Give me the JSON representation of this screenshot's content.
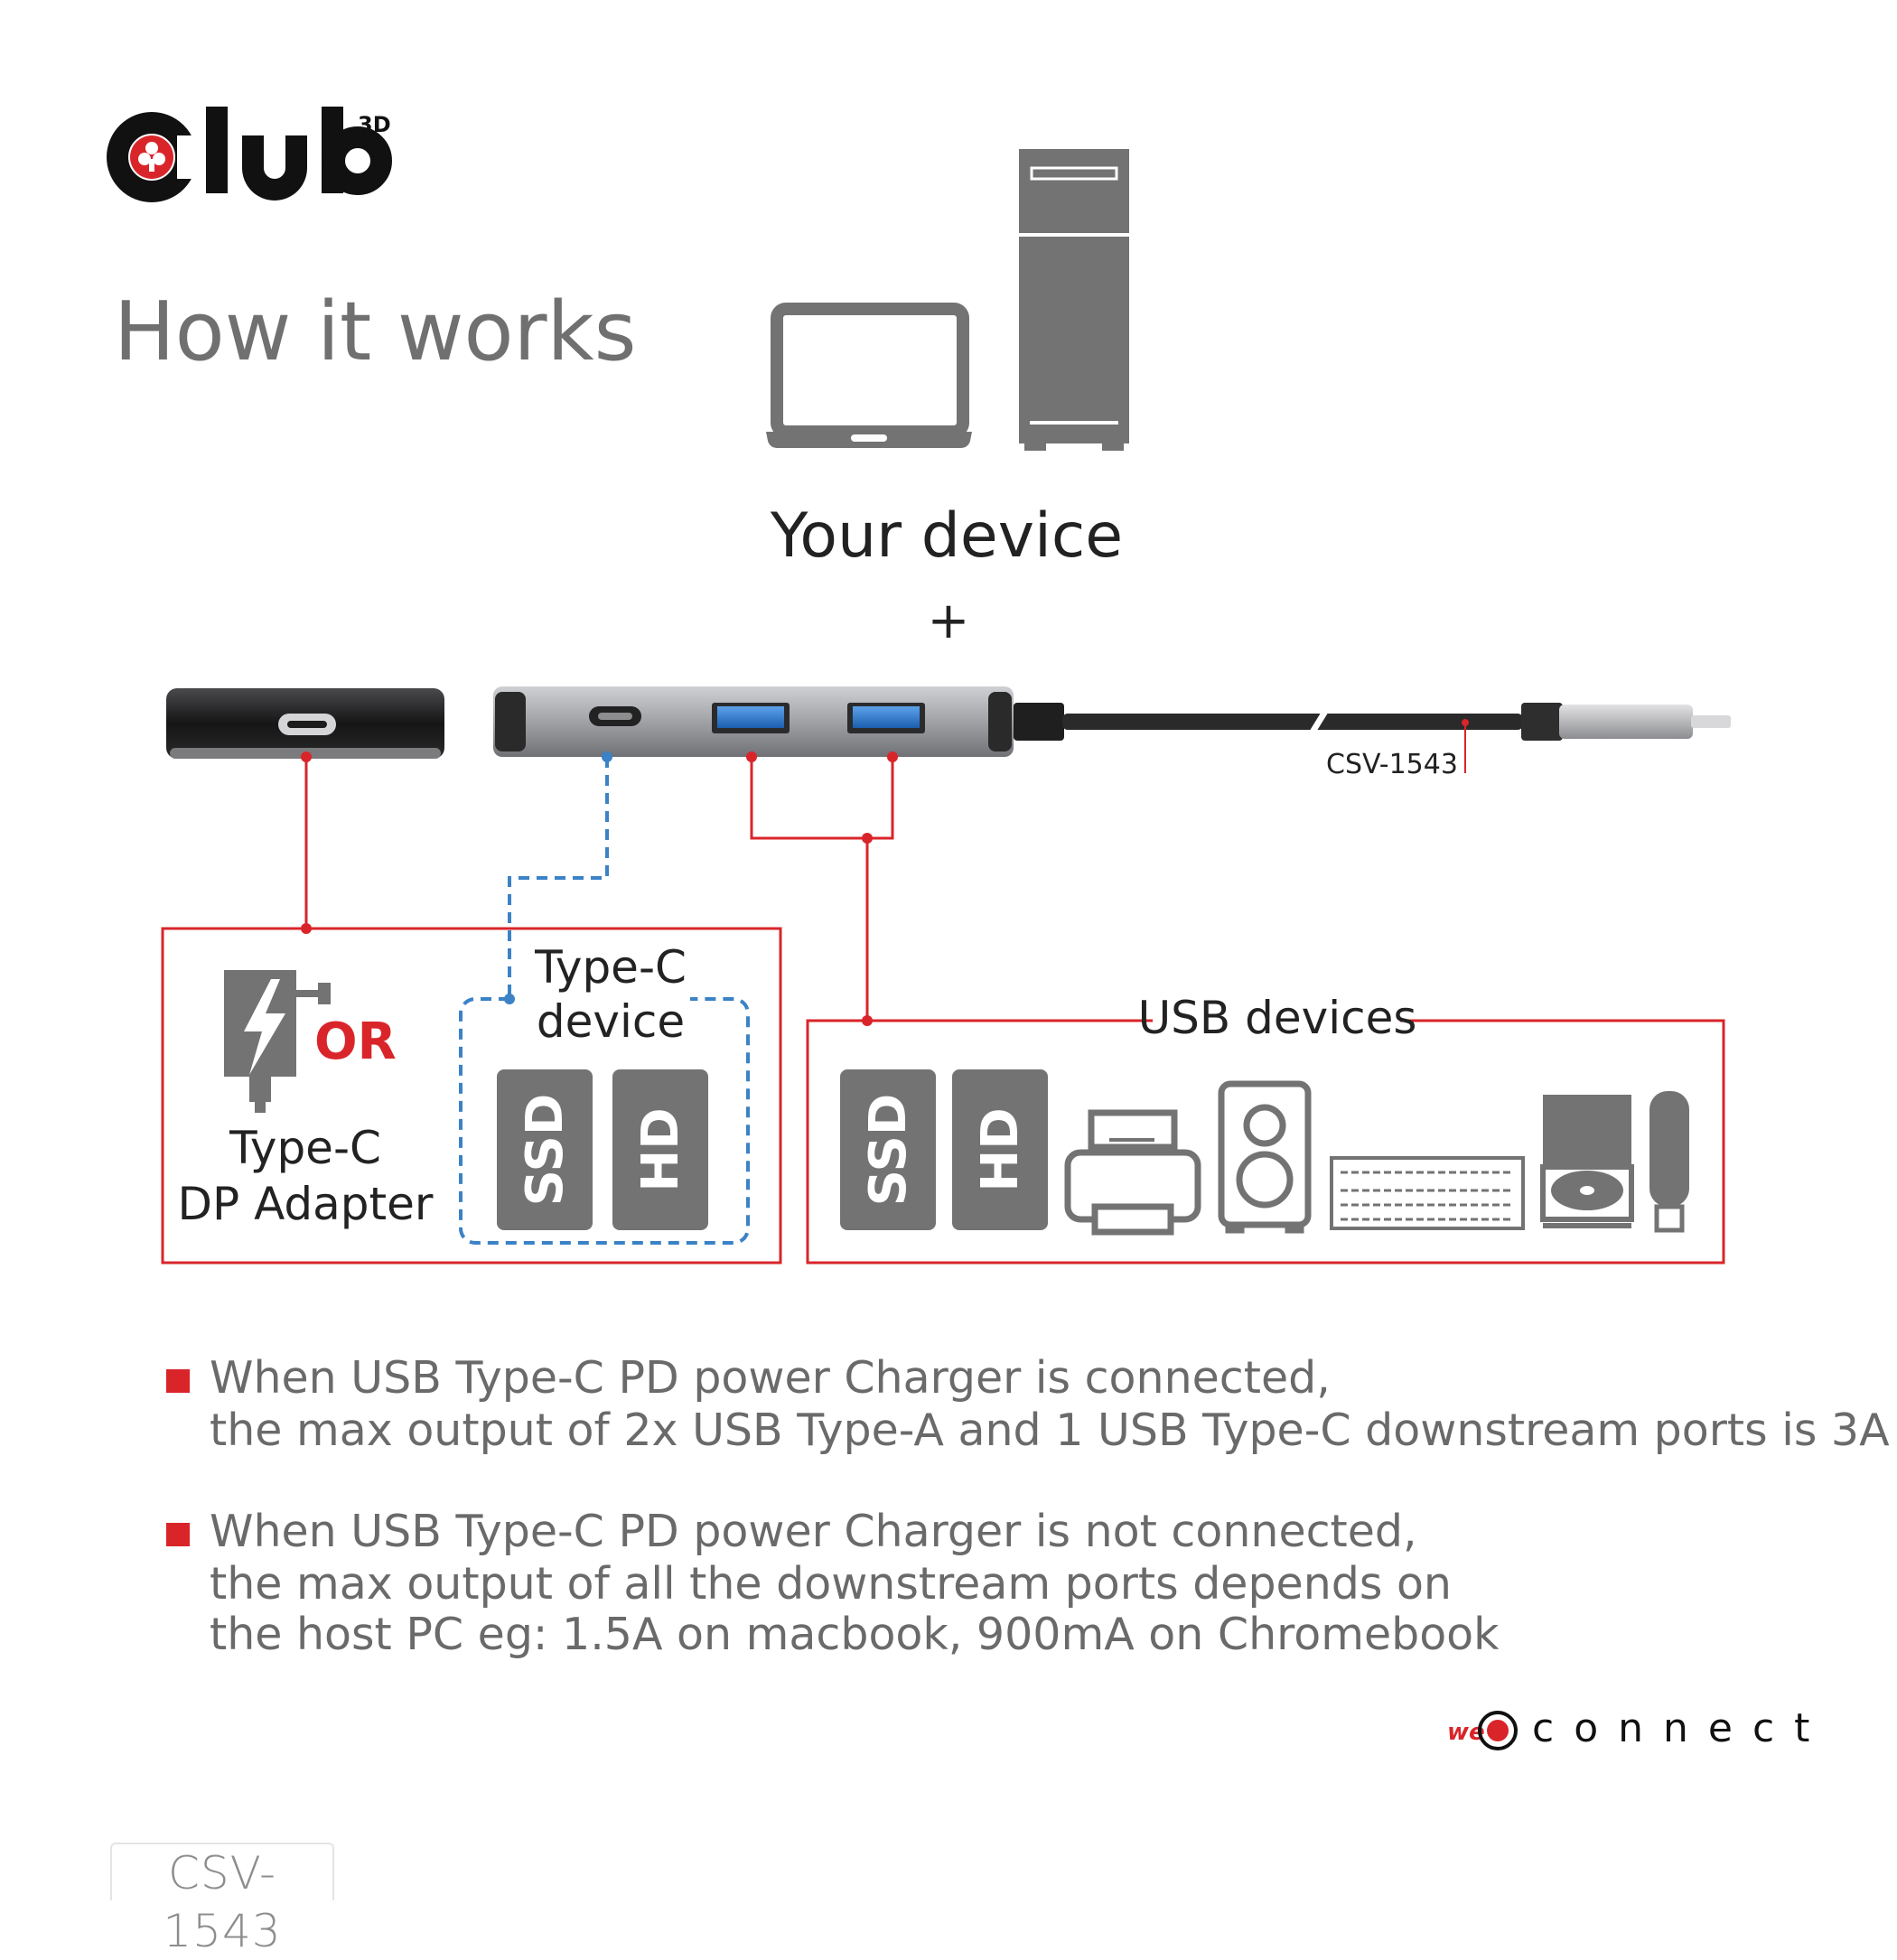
{
  "brand": {
    "logo_text": "club",
    "logo_superscript": "3D",
    "footer_brand_prefix": "we",
    "footer_brand_text": "connect"
  },
  "heading": {
    "title": "How it works"
  },
  "host": {
    "label": "Your device",
    "plus": "+"
  },
  "hub": {
    "model_label": "CSV-1543"
  },
  "left_box": {
    "or_label": "OR",
    "adapter_line1": "Type-C",
    "adapter_line2": "DP Adapter",
    "typec_line1": "Type-C",
    "typec_line2": "device",
    "drive1": "SSD",
    "drive2": "HD"
  },
  "right_box": {
    "title": "USB devices",
    "drive1": "SSD",
    "drive2": "HD"
  },
  "notes": {
    "note1_line1": "When USB Type-C PD power Charger is connected,",
    "note1_line2": "the max output of 2x USB Type-A and 1 USB Type-C downstream ports is 3A",
    "note2_line1": "When USB Type-C PD power Charger is not connected,",
    "note2_line2": "the max output of all the downstream ports depends on",
    "note2_line3": "the host PC eg: 1.5A on macbook, 900mA on Chromebook"
  },
  "footer": {
    "model_tag": "CSV-1543"
  },
  "colors": {
    "accent_red": "#d9252a",
    "dashed_blue": "#3b82c6",
    "usb_blue": "#2f7bd1",
    "icon_gray": "#737373",
    "text_dark": "#222222",
    "text_gray": "#707070"
  }
}
